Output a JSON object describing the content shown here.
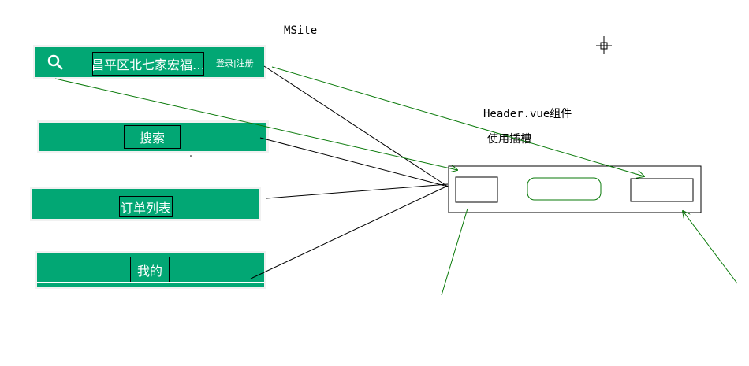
{
  "title": "MSite",
  "component_label": "Header.vue组件",
  "slot_label": "使用插槽",
  "headers": {
    "msite": {
      "address": "昌平区北七家宏福…",
      "login": "登录|注册",
      "icon": "search-icon"
    },
    "search": {
      "title": "搜索"
    },
    "order": {
      "title": "订单列表"
    },
    "profile": {
      "title": "我的"
    }
  },
  "colors": {
    "header_green": "#02a774",
    "arrow_green": "#0a7a0a",
    "line_black": "#000000"
  }
}
